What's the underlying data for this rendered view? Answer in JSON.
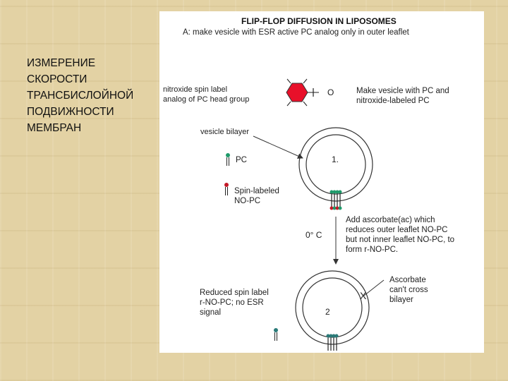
{
  "slide": {
    "title_lines": [
      "ИЗМЕРЕНИЕ",
      "СКОРОСТИ",
      "ТРАНСБИСЛОЙНОЙ",
      "ПОДВИЖНОСТИ",
      "МЕМБРАН"
    ]
  },
  "figure": {
    "heading": "FLIP-FLOP DIFFUSION IN LIPOSOMES",
    "subheading": "A:  make vesicle with ESR active PC analog only in outer leaflet",
    "spin_label_caption": [
      "nitroxide spin label",
      "analog of PC head group"
    ],
    "nitroxide_label": "O",
    "make_vesicle_note": [
      "Make vesicle with PC and",
      "nitroxide-labeled PC"
    ],
    "vesicle_bilayer_label": "vesicle bilayer",
    "legend_pc": "PC",
    "legend_spin_labeled": [
      "Spin-labeled",
      "NO-PC"
    ],
    "step1_number": "1.",
    "temperature": "0° C",
    "ascorbate_note": [
      "Add ascorbate(ac) which",
      "reduces outer leaflet NO-PC",
      "but not inner leaflet NO-PC, to",
      "form r-NO-PC."
    ],
    "reduced_caption": [
      "Reduced spin label",
      "r-NO-PC;  no ESR",
      "signal"
    ],
    "ascorbate_cant_cross": [
      "Ascorbate",
      "can't cross",
      "bilayer"
    ],
    "blocked_mark": "X",
    "step2_number": "2",
    "colors": {
      "hexagon": "#e8102a",
      "pc_head": "#1e9a6a",
      "spin_head": "#c41a28",
      "reduced_head": "#2a7a78",
      "ring_stroke": "#333333"
    }
  }
}
